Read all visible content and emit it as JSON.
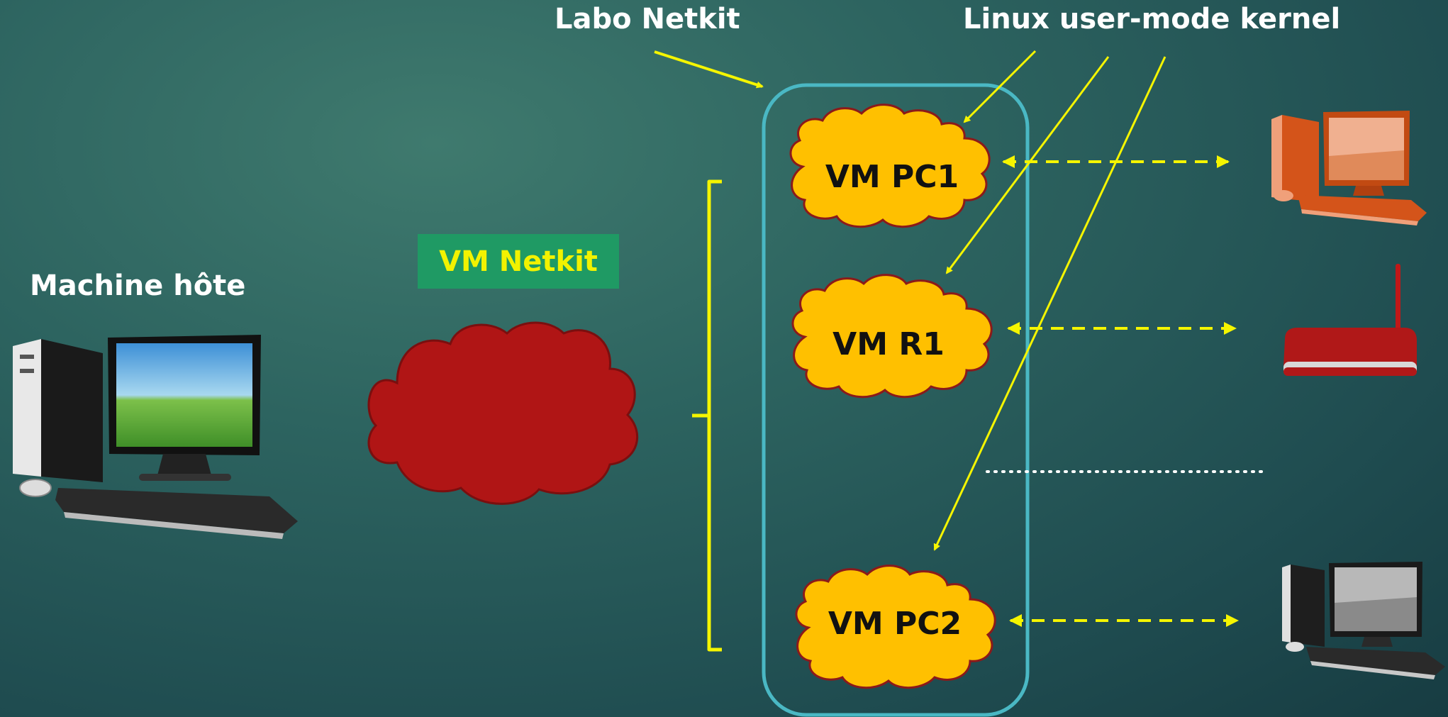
{
  "labels": {
    "labo_netkit": "Labo Netkit",
    "linux_kernel": "Linux user-mode kernel",
    "machine_hote": "Machine hôte",
    "vm_netkit": "VM Netkit"
  },
  "vms": [
    {
      "label": "VM PC1"
    },
    {
      "label": "VM R1"
    },
    {
      "label": "VM PC2"
    }
  ],
  "devices": [
    {
      "icon": "desktop-computer-icon",
      "tint": "orange"
    },
    {
      "icon": "router-icon",
      "tint": "red"
    },
    {
      "icon": "desktop-computer-icon",
      "tint": "gray"
    }
  ],
  "colors": {
    "annotation_yellow": "#f5f500",
    "lab_border": "#4ab8c4",
    "cloud_fill": "#ffc000",
    "cloud_stroke": "#8b1a1a",
    "netkit_cloud": "#b01515",
    "netkit_box": "#1f9a64"
  }
}
